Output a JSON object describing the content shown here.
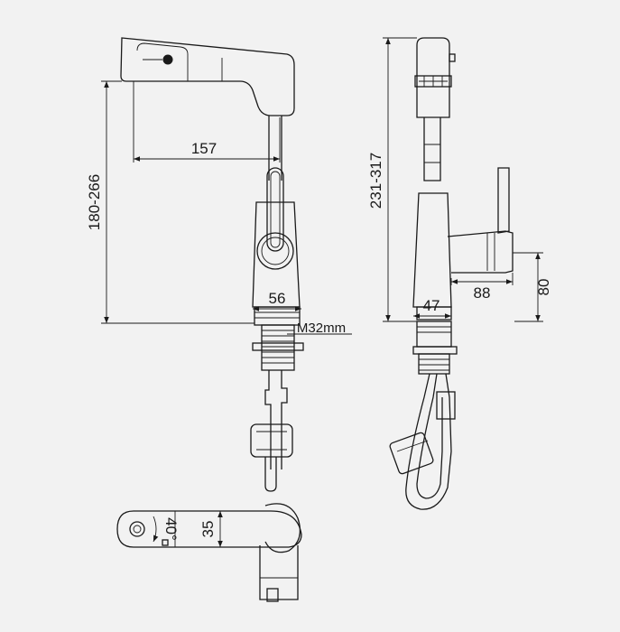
{
  "labels": {
    "spout_reach": "157",
    "height_front": "180-266",
    "body_width_front": "56",
    "thread": "M32mm",
    "height_side": "231-317",
    "body_width_side": "47",
    "handle_reach": "88",
    "handle_height": "80",
    "top_width": "35",
    "rotation": "40°"
  }
}
